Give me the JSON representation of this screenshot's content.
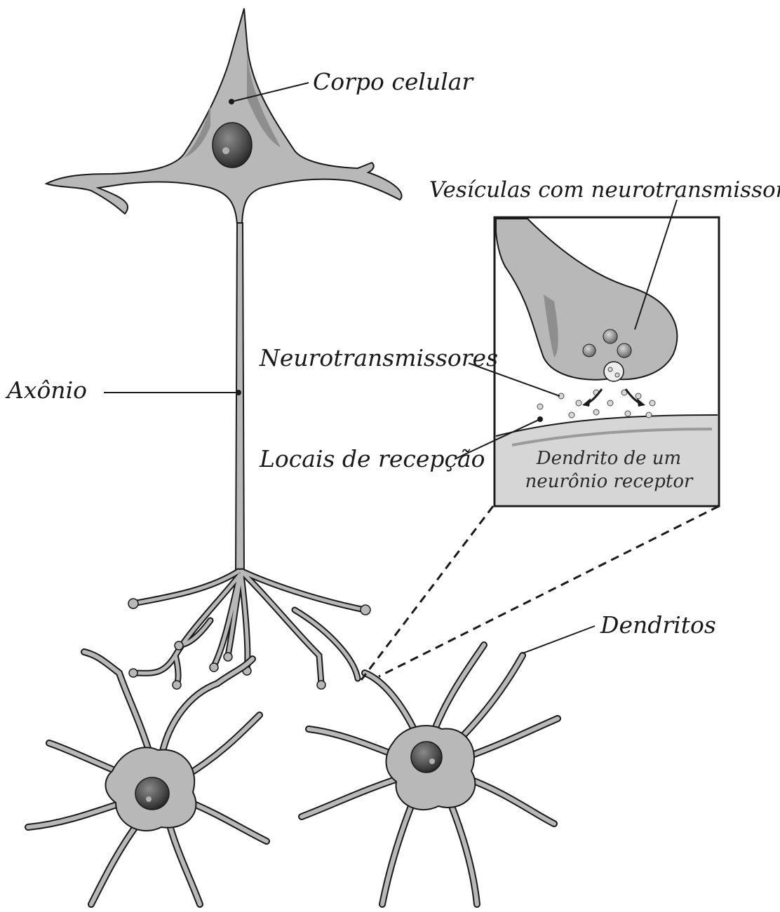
{
  "diagram": {
    "labels": {
      "cell_body": "Corpo celular",
      "vesicles": "Vesículas com neurotransmissores",
      "neurotransmitters": "Neurotransmissores",
      "axon": "Axônio",
      "reception_sites": "Locais de recepção",
      "receptor_dendrite_line1": "Dendrito de um",
      "receptor_dendrite_line2": "neurônio receptor",
      "dendrites": "Dendritos"
    },
    "colors": {
      "neuron_fill": "#b8b8b8",
      "neuron_shade": "#8e8e8e",
      "nucleus": "#555555",
      "inset_fill": "#d6d6d6",
      "outline": "#1a1a1a"
    }
  }
}
